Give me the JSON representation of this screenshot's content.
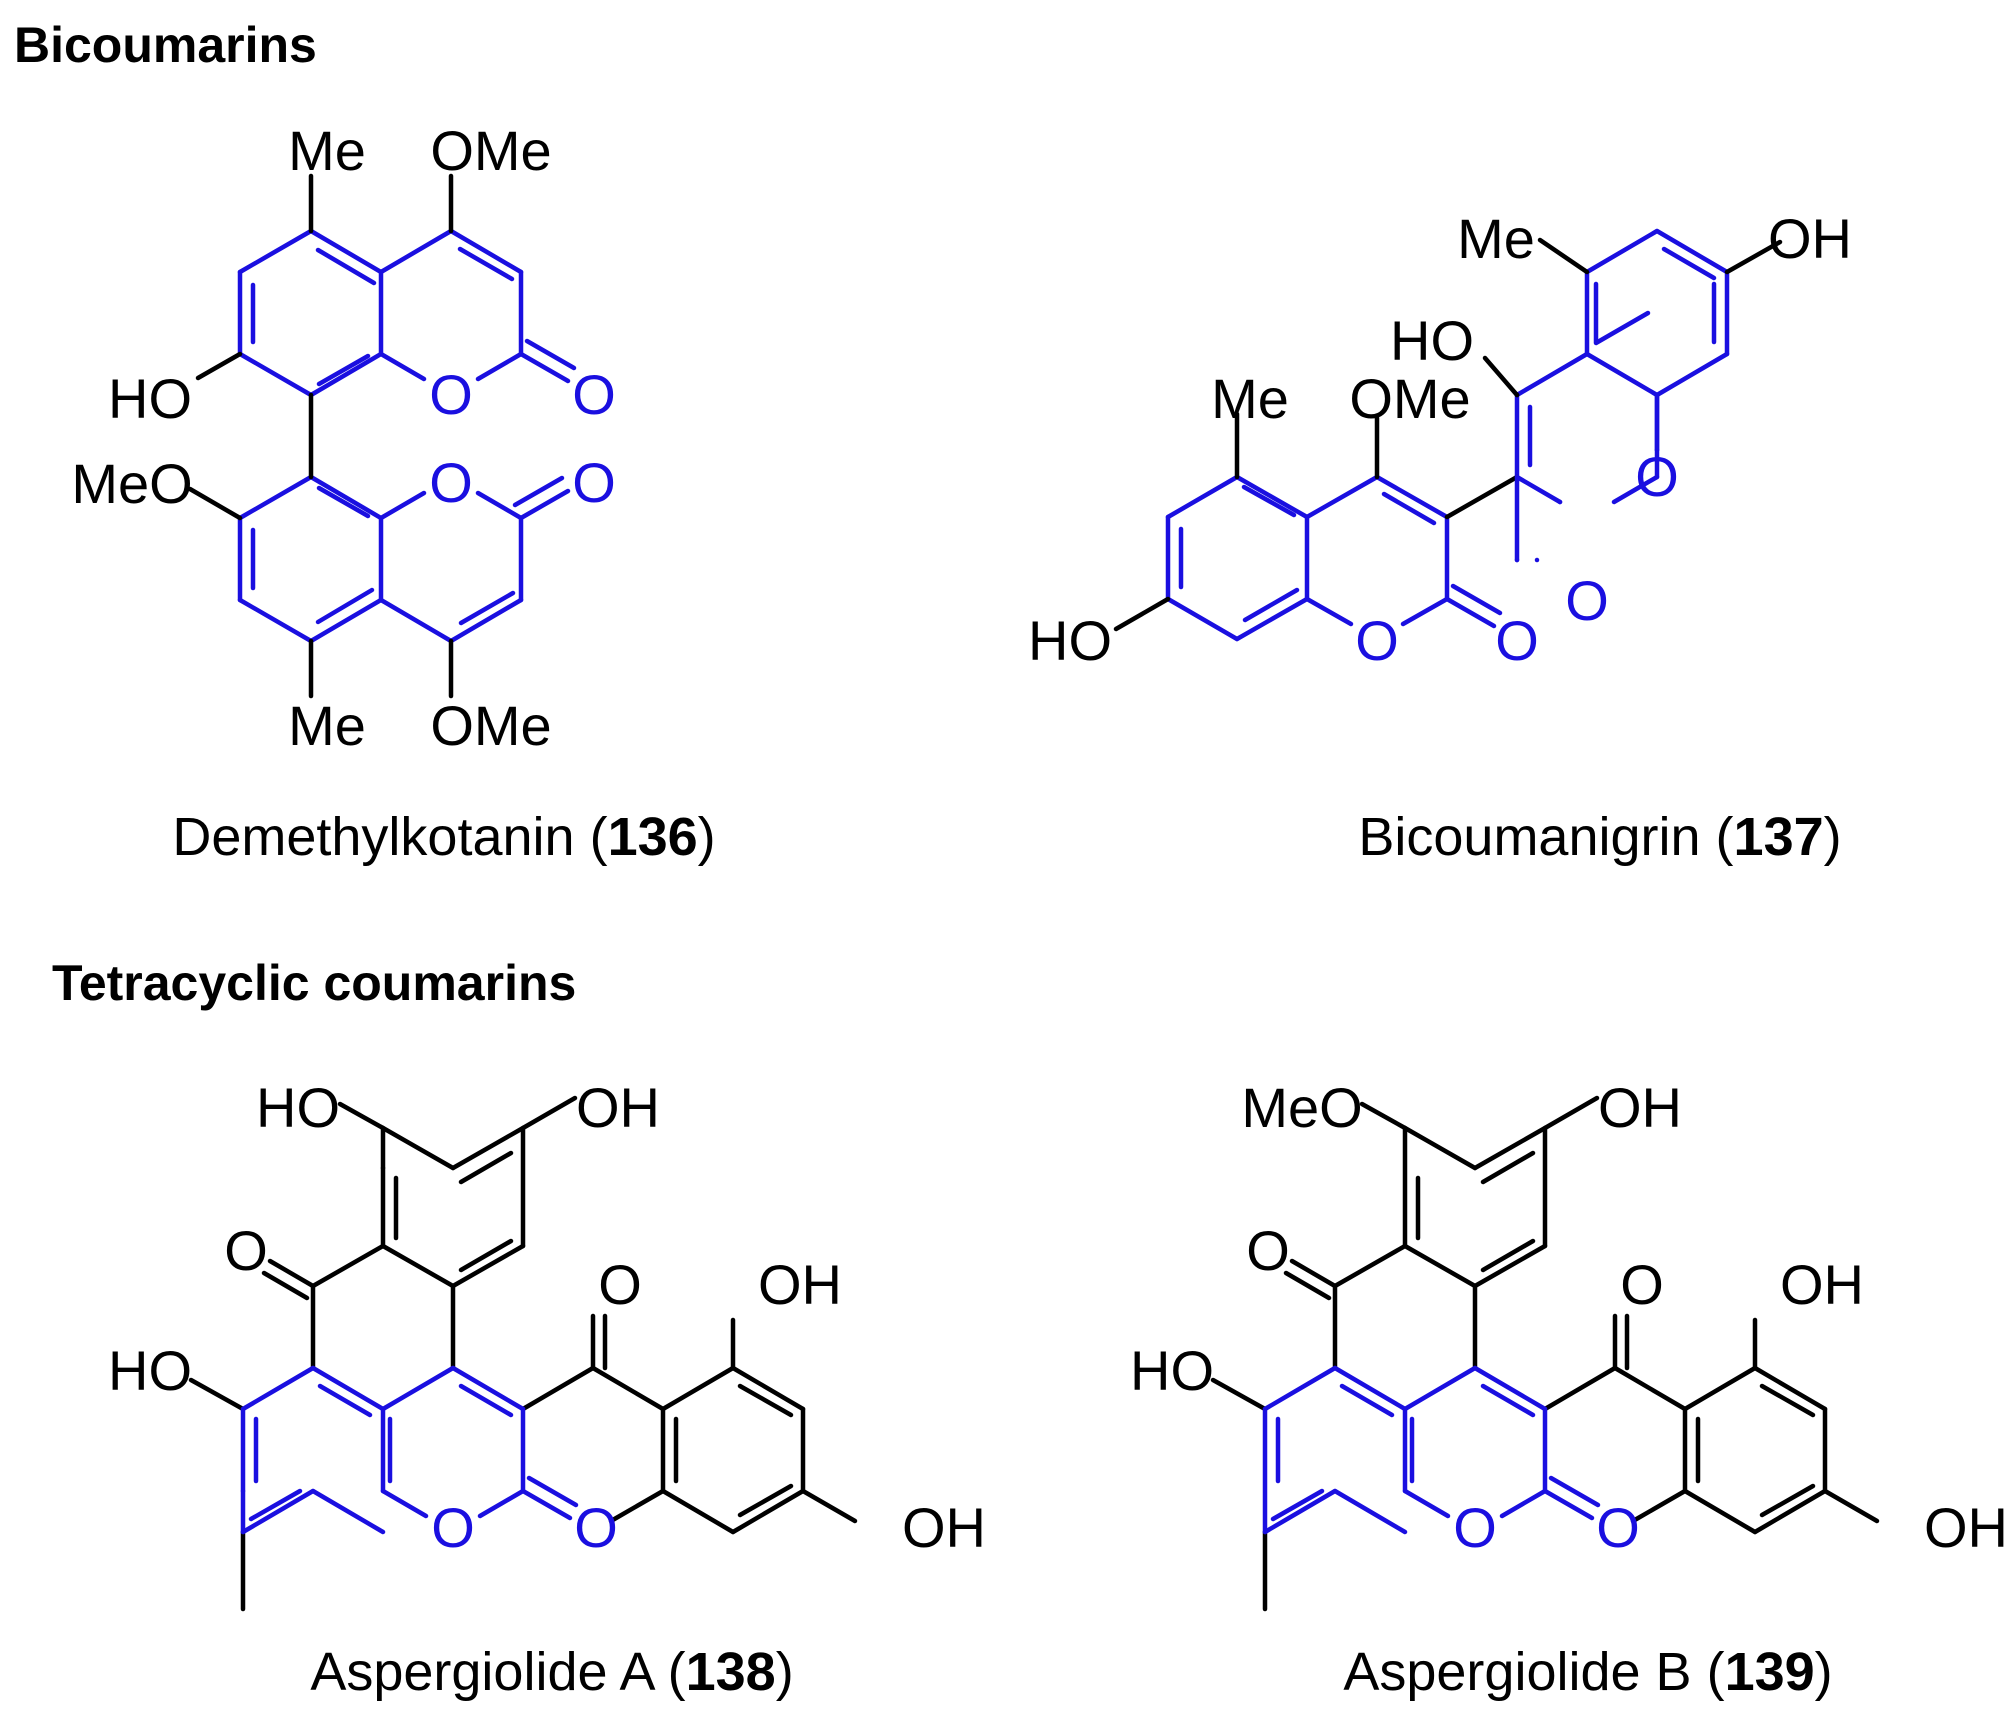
{
  "colors": {
    "highlight": "#1a0fe0",
    "default": "#000000"
  },
  "sections": {
    "bicoumarins": "Bicoumarins",
    "tetracyclic": "Tetracyclic coumarins"
  },
  "atoms": {
    "me": "Me",
    "ome": "OMe",
    "ho": "HO",
    "oh": "OH",
    "meo": "MeO",
    "o": "O"
  },
  "compounds": [
    {
      "name": "Demethylkotanin",
      "number": "136"
    },
    {
      "name": "Bicoumanigrin",
      "number": "137"
    },
    {
      "name": "Aspergiolide A",
      "number": "138"
    },
    {
      "name": "Aspergiolide B",
      "number": "139"
    }
  ]
}
